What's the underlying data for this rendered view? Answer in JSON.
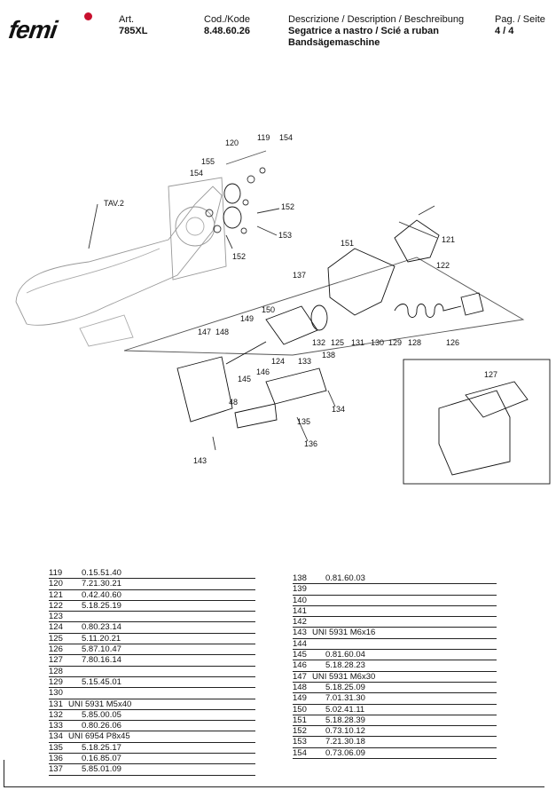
{
  "header": {
    "logo_text": "femi",
    "art_label": "Art.",
    "art_value": "785XL",
    "code_label": "Cod./Kode",
    "code_value": "8.48.60.26",
    "desc_label": "Descrizione / Description / Beschreibung",
    "desc_line1": "Segatrice a nastro / Scié a ruban",
    "desc_line2": "Bandsägemaschine",
    "page_label": "Pag. / Seite",
    "page_value": "4 / 4"
  },
  "diagram": {
    "labels": {
      "tav": "TAV.2",
      "p119": "119",
      "p154a": "154",
      "p120": "120",
      "p155": "155",
      "p154b": "154",
      "p152a": "152",
      "p153": "153",
      "p152b": "152",
      "p121": "121",
      "p151": "151",
      "p122": "122",
      "p137": "137",
      "p150": "150",
      "p149": "149",
      "p147": "147",
      "p148": "148",
      "p132": "132",
      "p125": "125",
      "p131": "131",
      "p130": "130",
      "p129": "129",
      "p128": "128",
      "p126": "126",
      "p138": "138",
      "p124": "124",
      "p133": "133",
      "p146": "146",
      "p145": "145",
      "p48": "48",
      "p134": "134",
      "p135": "135",
      "p136": "136",
      "p143": "143",
      "p127": "127"
    }
  },
  "parts_left": [
    {
      "num": "119",
      "code": "0.15.51.40"
    },
    {
      "num": "120",
      "code": "7.21.30.21"
    },
    {
      "num": "121",
      "code": "0.42.40.60"
    },
    {
      "num": "122",
      "code": "5.18.25.19"
    },
    {
      "num": "123",
      "code": ""
    },
    {
      "num": "124",
      "code": "0.80.23.14"
    },
    {
      "num": "125",
      "code": "5.11.20.21"
    },
    {
      "num": "126",
      "code": "5.87.10.47"
    },
    {
      "num": "127",
      "code": "7.80.16.14"
    },
    {
      "num": "128",
      "code": ""
    },
    {
      "num": "129",
      "code": "5.15.45.01"
    },
    {
      "num": "130",
      "code": ""
    },
    {
      "num": "131",
      "code": "UNI 5931 M5x40",
      "std": true
    },
    {
      "num": "132",
      "code": "5.85.00.05"
    },
    {
      "num": "133",
      "code": "0.80.26.06"
    },
    {
      "num": "134",
      "code": "UNI 6954 P8x45",
      "std": true
    },
    {
      "num": "135",
      "code": "5.18.25.17"
    },
    {
      "num": "136",
      "code": "0.16.85.07"
    },
    {
      "num": "137",
      "code": "5.85.01.09"
    }
  ],
  "parts_right": [
    {
      "num": "138",
      "code": "0.81.60.03"
    },
    {
      "num": "139",
      "code": ""
    },
    {
      "num": "140",
      "code": ""
    },
    {
      "num": "141",
      "code": ""
    },
    {
      "num": "142",
      "code": ""
    },
    {
      "num": "143",
      "code": "UNI 5931 M6x16",
      "std": true
    },
    {
      "num": "144",
      "code": ""
    },
    {
      "num": "145",
      "code": "0.81.60.04"
    },
    {
      "num": "146",
      "code": "5.18.28.23"
    },
    {
      "num": "147",
      "code": "UNI 5931 M6x30",
      "std": true
    },
    {
      "num": "148",
      "code": "5.18.25.09"
    },
    {
      "num": "149",
      "code": "7.01.31.30"
    },
    {
      "num": "150",
      "code": "5.02.41.11"
    },
    {
      "num": "151",
      "code": "5.18.28.39"
    },
    {
      "num": "152",
      "code": "0.73.10.12"
    },
    {
      "num": "153",
      "code": "7.21.30.18"
    },
    {
      "num": "154",
      "code": "0.73.06.09"
    }
  ]
}
